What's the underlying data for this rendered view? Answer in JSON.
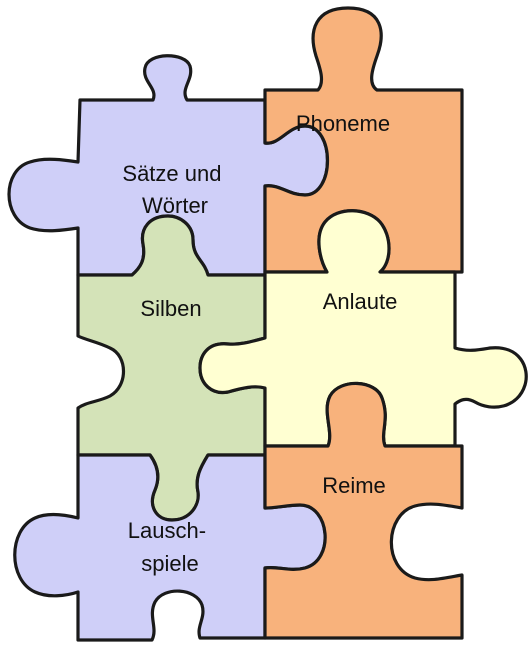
{
  "pieces": [
    {
      "id": "saetze",
      "lines": [
        "Sätze und",
        "Wörter"
      ],
      "color": "#cfcff8"
    },
    {
      "id": "phoneme",
      "lines": [
        "Phoneme"
      ],
      "color": "#f8b27c"
    },
    {
      "id": "silben",
      "lines": [
        "Silben"
      ],
      "color": "#d4e3b8"
    },
    {
      "id": "anlaute",
      "lines": [
        "Anlaute"
      ],
      "color": "#ffffd2"
    },
    {
      "id": "lausch",
      "lines": [
        "Lausch-",
        "spiele"
      ],
      "color": "#cfcff8"
    },
    {
      "id": "reime",
      "lines": [
        "Reime"
      ],
      "color": "#f8b27c"
    }
  ]
}
